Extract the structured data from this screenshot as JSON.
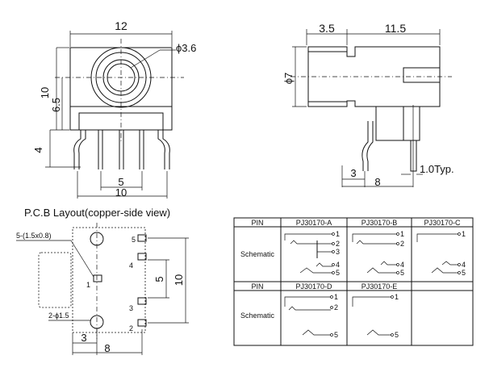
{
  "front_view": {
    "width_dim": "12",
    "hole_dim": "ϕ3.6",
    "height_dim": "10",
    "center_dim": "6.5",
    "leg_dim": "4",
    "pin_pitch_dim": "5",
    "pin_span_dim": "10"
  },
  "side_view": {
    "flange_dim": "3.5",
    "body_dim": "11.5",
    "dia_dim": "ϕ7",
    "pin_offset_dim": "3",
    "pin_length_dim": "8",
    "pin_thickness_dim": "1.0Typ."
  },
  "pcb_layout": {
    "title": "P.C.B Layout(copper-side  view)",
    "slot_label": "5-(1.5x0.8)",
    "hole_label": "2-ϕ1.5",
    "pin_numbers": [
      "5",
      "4",
      "1",
      "3",
      "2"
    ],
    "pin_gap_dim": "5",
    "pin_span_dim": "10",
    "offset_dim": "3",
    "width_dim": "8"
  },
  "table": {
    "pin_header": "PIN",
    "schematic_label": "Schematic",
    "models_row1": [
      "PJ30170-A",
      "PJ30170-B",
      "PJ30170-C"
    ],
    "models_row2": [
      "PJ30170-D",
      "PJ30170-E"
    ],
    "pins": {
      "one": "1",
      "two": "2",
      "three": "3",
      "four": "4",
      "five": "5"
    }
  }
}
